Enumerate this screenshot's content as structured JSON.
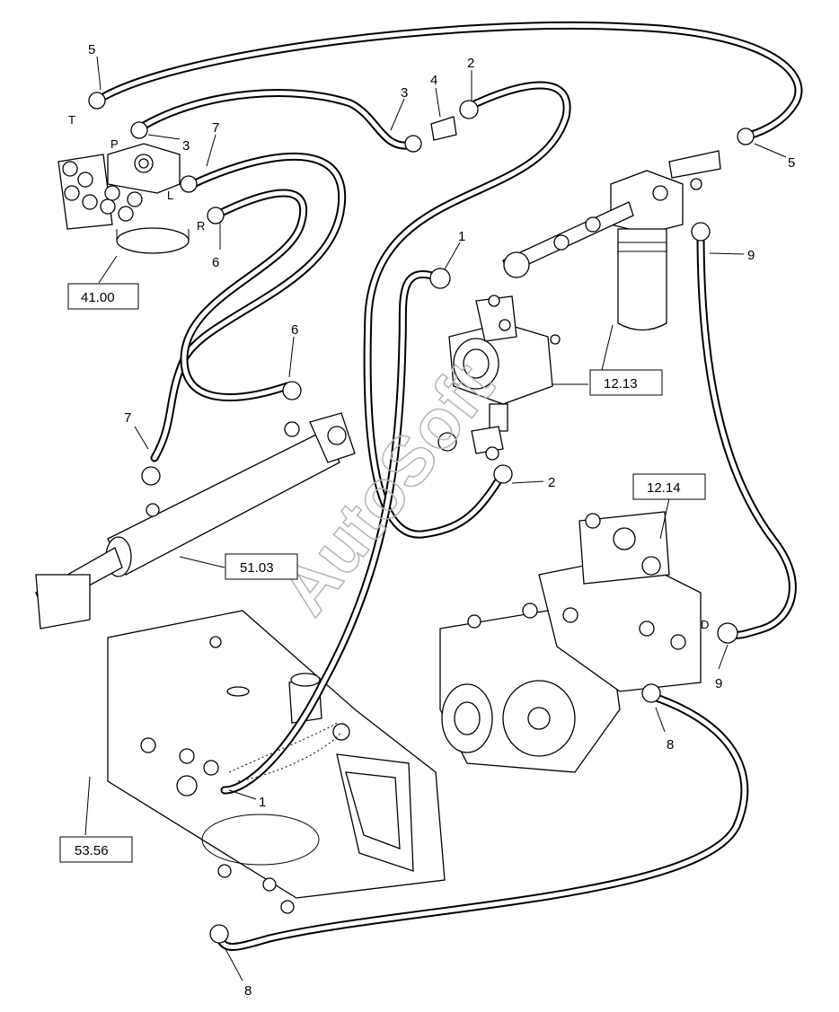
{
  "watermark": "AutoSoft",
  "reference_boxes": [
    {
      "id": "ref-41",
      "label": "41.00"
    },
    {
      "id": "ref-1213",
      "label": "12.13"
    },
    {
      "id": "ref-1214",
      "label": "12.14"
    },
    {
      "id": "ref-5103",
      "label": "51.03"
    },
    {
      "id": "ref-5356",
      "label": "53.56"
    }
  ],
  "callouts": [
    {
      "id": "c5a",
      "label": "5"
    },
    {
      "id": "c3a",
      "label": "3"
    },
    {
      "id": "c3b",
      "label": "3"
    },
    {
      "id": "c4",
      "label": "4"
    },
    {
      "id": "c2a",
      "label": "2"
    },
    {
      "id": "c7a",
      "label": "7"
    },
    {
      "id": "c6a",
      "label": "6"
    },
    {
      "id": "c5b",
      "label": "5"
    },
    {
      "id": "c9a",
      "label": "9"
    },
    {
      "id": "c1a",
      "label": "1"
    },
    {
      "id": "c6b",
      "label": "6"
    },
    {
      "id": "c7b",
      "label": "7"
    },
    {
      "id": "c2b",
      "label": "2"
    },
    {
      "id": "c9b",
      "label": "9"
    },
    {
      "id": "c8a",
      "label": "8"
    },
    {
      "id": "c1b",
      "label": "1"
    },
    {
      "id": "c8b",
      "label": "8"
    }
  ],
  "ports": [
    {
      "id": "port-t",
      "label": "T"
    },
    {
      "id": "port-p",
      "label": "P"
    },
    {
      "id": "port-l",
      "label": "L"
    },
    {
      "id": "port-r",
      "label": "R"
    },
    {
      "id": "port-d",
      "label": "D"
    }
  ]
}
